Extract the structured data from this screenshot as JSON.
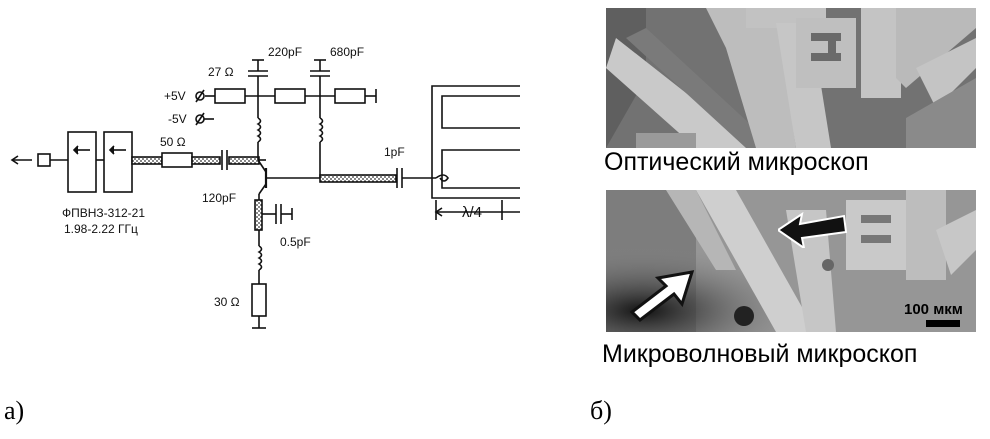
{
  "panel_a": {
    "letter": "а)",
    "labels": {
      "r27": "27 Ω",
      "c220": "220pF",
      "c680": "680pF",
      "plus5": "+5V",
      "minus5": "-5V",
      "r50": "50 Ω",
      "c1": "1pF",
      "c120": "120pF",
      "c05": "0.5pF",
      "r30": "30 Ω",
      "lambda": "λ/4",
      "filter_name": "ФПВНЗ-312-21",
      "filter_band": "1.98-2.22 ГГц"
    }
  },
  "panel_b": {
    "letter": "б)",
    "optical_caption": "Оптический микроскоп",
    "microwave_caption": "Микроволновый микроскоп",
    "scale_label": "100 мкм"
  },
  "colors": {
    "line": "#111111",
    "optical_bg": "#6e6e6e",
    "optical_light": "#c4c4c4",
    "microwave_bg": "#8a8a8a"
  }
}
